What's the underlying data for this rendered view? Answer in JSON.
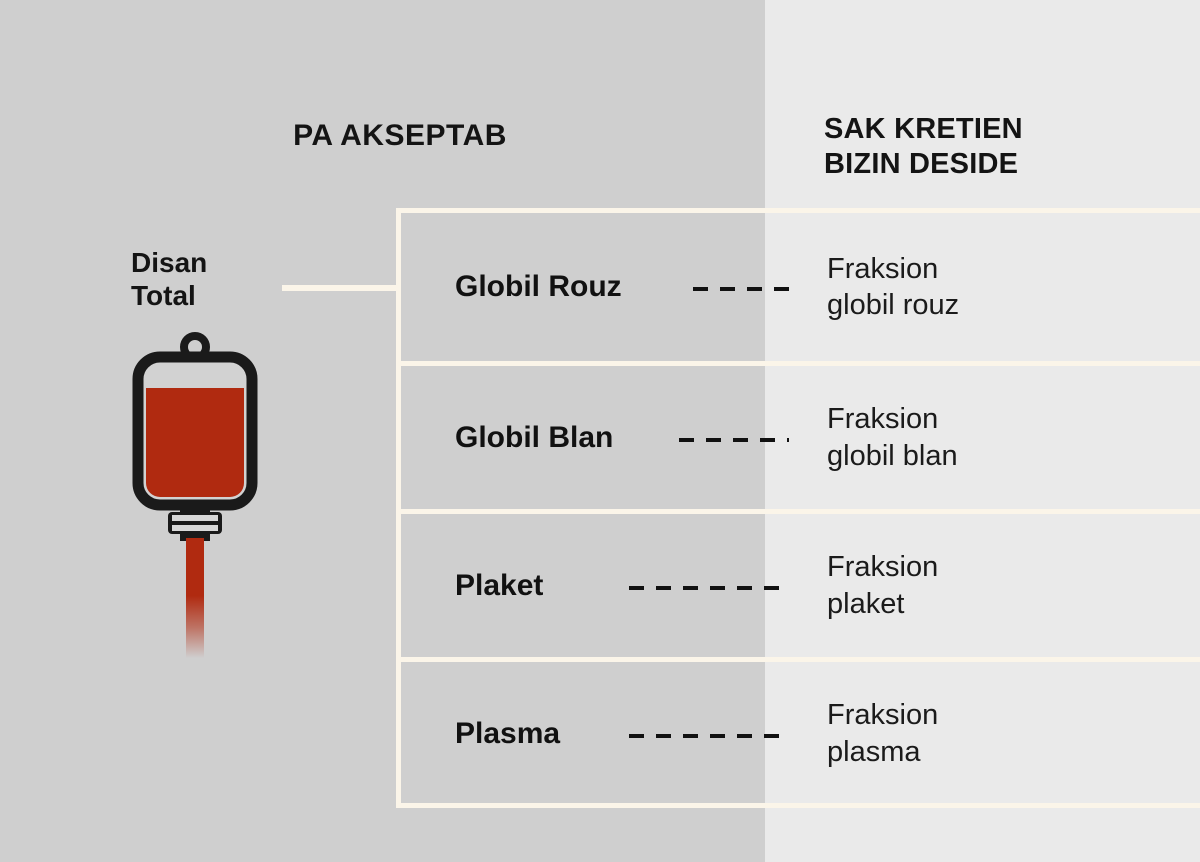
{
  "headers": {
    "left": "PA AKSEPTAB",
    "right_line1": "SAK KRETIEN",
    "right_line2": "BIZIN DESIDE"
  },
  "source": {
    "label_line1": "Disan",
    "label_line2": "Total",
    "icon": "blood-bag-icon"
  },
  "colors": {
    "background_left": "#cfcfcf",
    "background_right": "#eaeaea",
    "rule": "#fbf5e9",
    "blood": "#b02a10",
    "text": "#111111"
  },
  "rows": [
    {
      "component": "Globil Rouz",
      "fraction_line1": "Fraksion",
      "fraction_line2": "globil rouz"
    },
    {
      "component": "Globil Blan",
      "fraction_line1": "Fraksion",
      "fraction_line2": "globil blan"
    },
    {
      "component": "Plaket",
      "fraction_line1": "Fraksion",
      "fraction_line2": "plaket"
    },
    {
      "component": "Plasma",
      "fraction_line1": "Fraksion",
      "fraction_line2": "plasma"
    }
  ]
}
